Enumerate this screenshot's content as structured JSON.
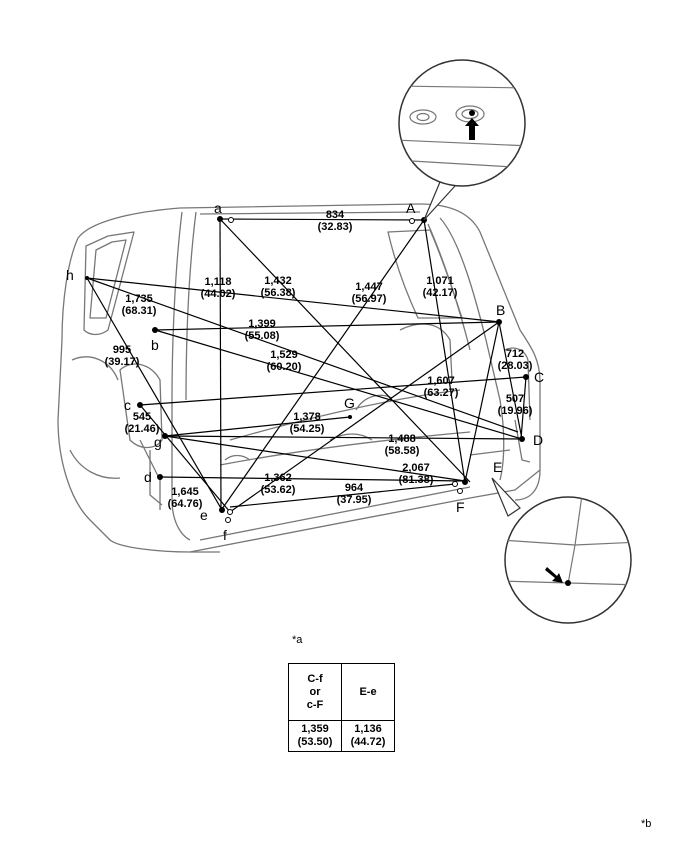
{
  "points": {
    "a": "a",
    "A": "A",
    "b": "b",
    "B": "B",
    "c": "c",
    "C": "C",
    "d": "d",
    "D": "D",
    "e": "e",
    "E": "E",
    "f": "f",
    "F": "F",
    "g": "g",
    "G": "G",
    "h": "h"
  },
  "dimensions": {
    "a_A": [
      "834",
      "(32.83)"
    ],
    "a_e": [
      "1,118",
      "(44.02)"
    ],
    "a_E": [
      "1,432",
      "(56.38)"
    ],
    "A_e": [
      "1,447",
      "(56.97)"
    ],
    "A_E": [
      "1,071",
      "(42.17)"
    ],
    "h_b": [
      "1,735",
      "(68.31)"
    ],
    "b_B": [
      "1,399",
      "(55.08)"
    ],
    "b_D": [
      "1,529",
      "(60.20)"
    ],
    "B_D": [
      "712",
      "(28.03)"
    ],
    "c_C": [
      "1,607",
      "(63.27)"
    ],
    "C_D": [
      "507",
      "(19.96)"
    ],
    "h_c": [
      "995",
      "(39.17)"
    ],
    "c_G": [
      "1,378",
      "(54.25)"
    ],
    "c_g": [
      "545",
      "(21.46)"
    ],
    "g_D": [
      "1,488",
      "(58.58)"
    ],
    "g_E": [
      "2,067",
      "(81.38)"
    ],
    "B_f": [
      "1,362",
      "(53.62)"
    ],
    "f_F": [
      "964",
      "(37.95)"
    ],
    "h_e": [
      "1,645",
      "(64.76)"
    ]
  },
  "reference_a": "*a",
  "reference_b": "*b",
  "table": {
    "headers": [
      "C-f\nor\nc-F",
      "E-e"
    ],
    "values": [
      [
        "1,359",
        "(53.50)"
      ],
      [
        "1,136",
        "(44.72)"
      ]
    ]
  }
}
